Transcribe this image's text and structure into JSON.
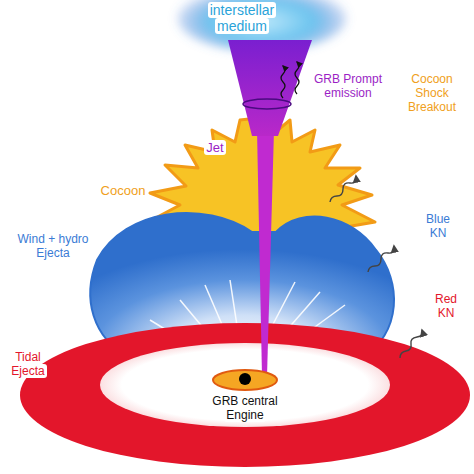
{
  "diagram": {
    "labels": [
      "interstellar medium",
      "GRB Prompt emission",
      "Jet",
      "Cocoon Shock Breakout",
      "Cocoon",
      "Blue KN",
      "Wind + hydro Ejecta",
      "Red KN",
      "Tidal Ejecta",
      "GRB central Engine"
    ]
  }
}
